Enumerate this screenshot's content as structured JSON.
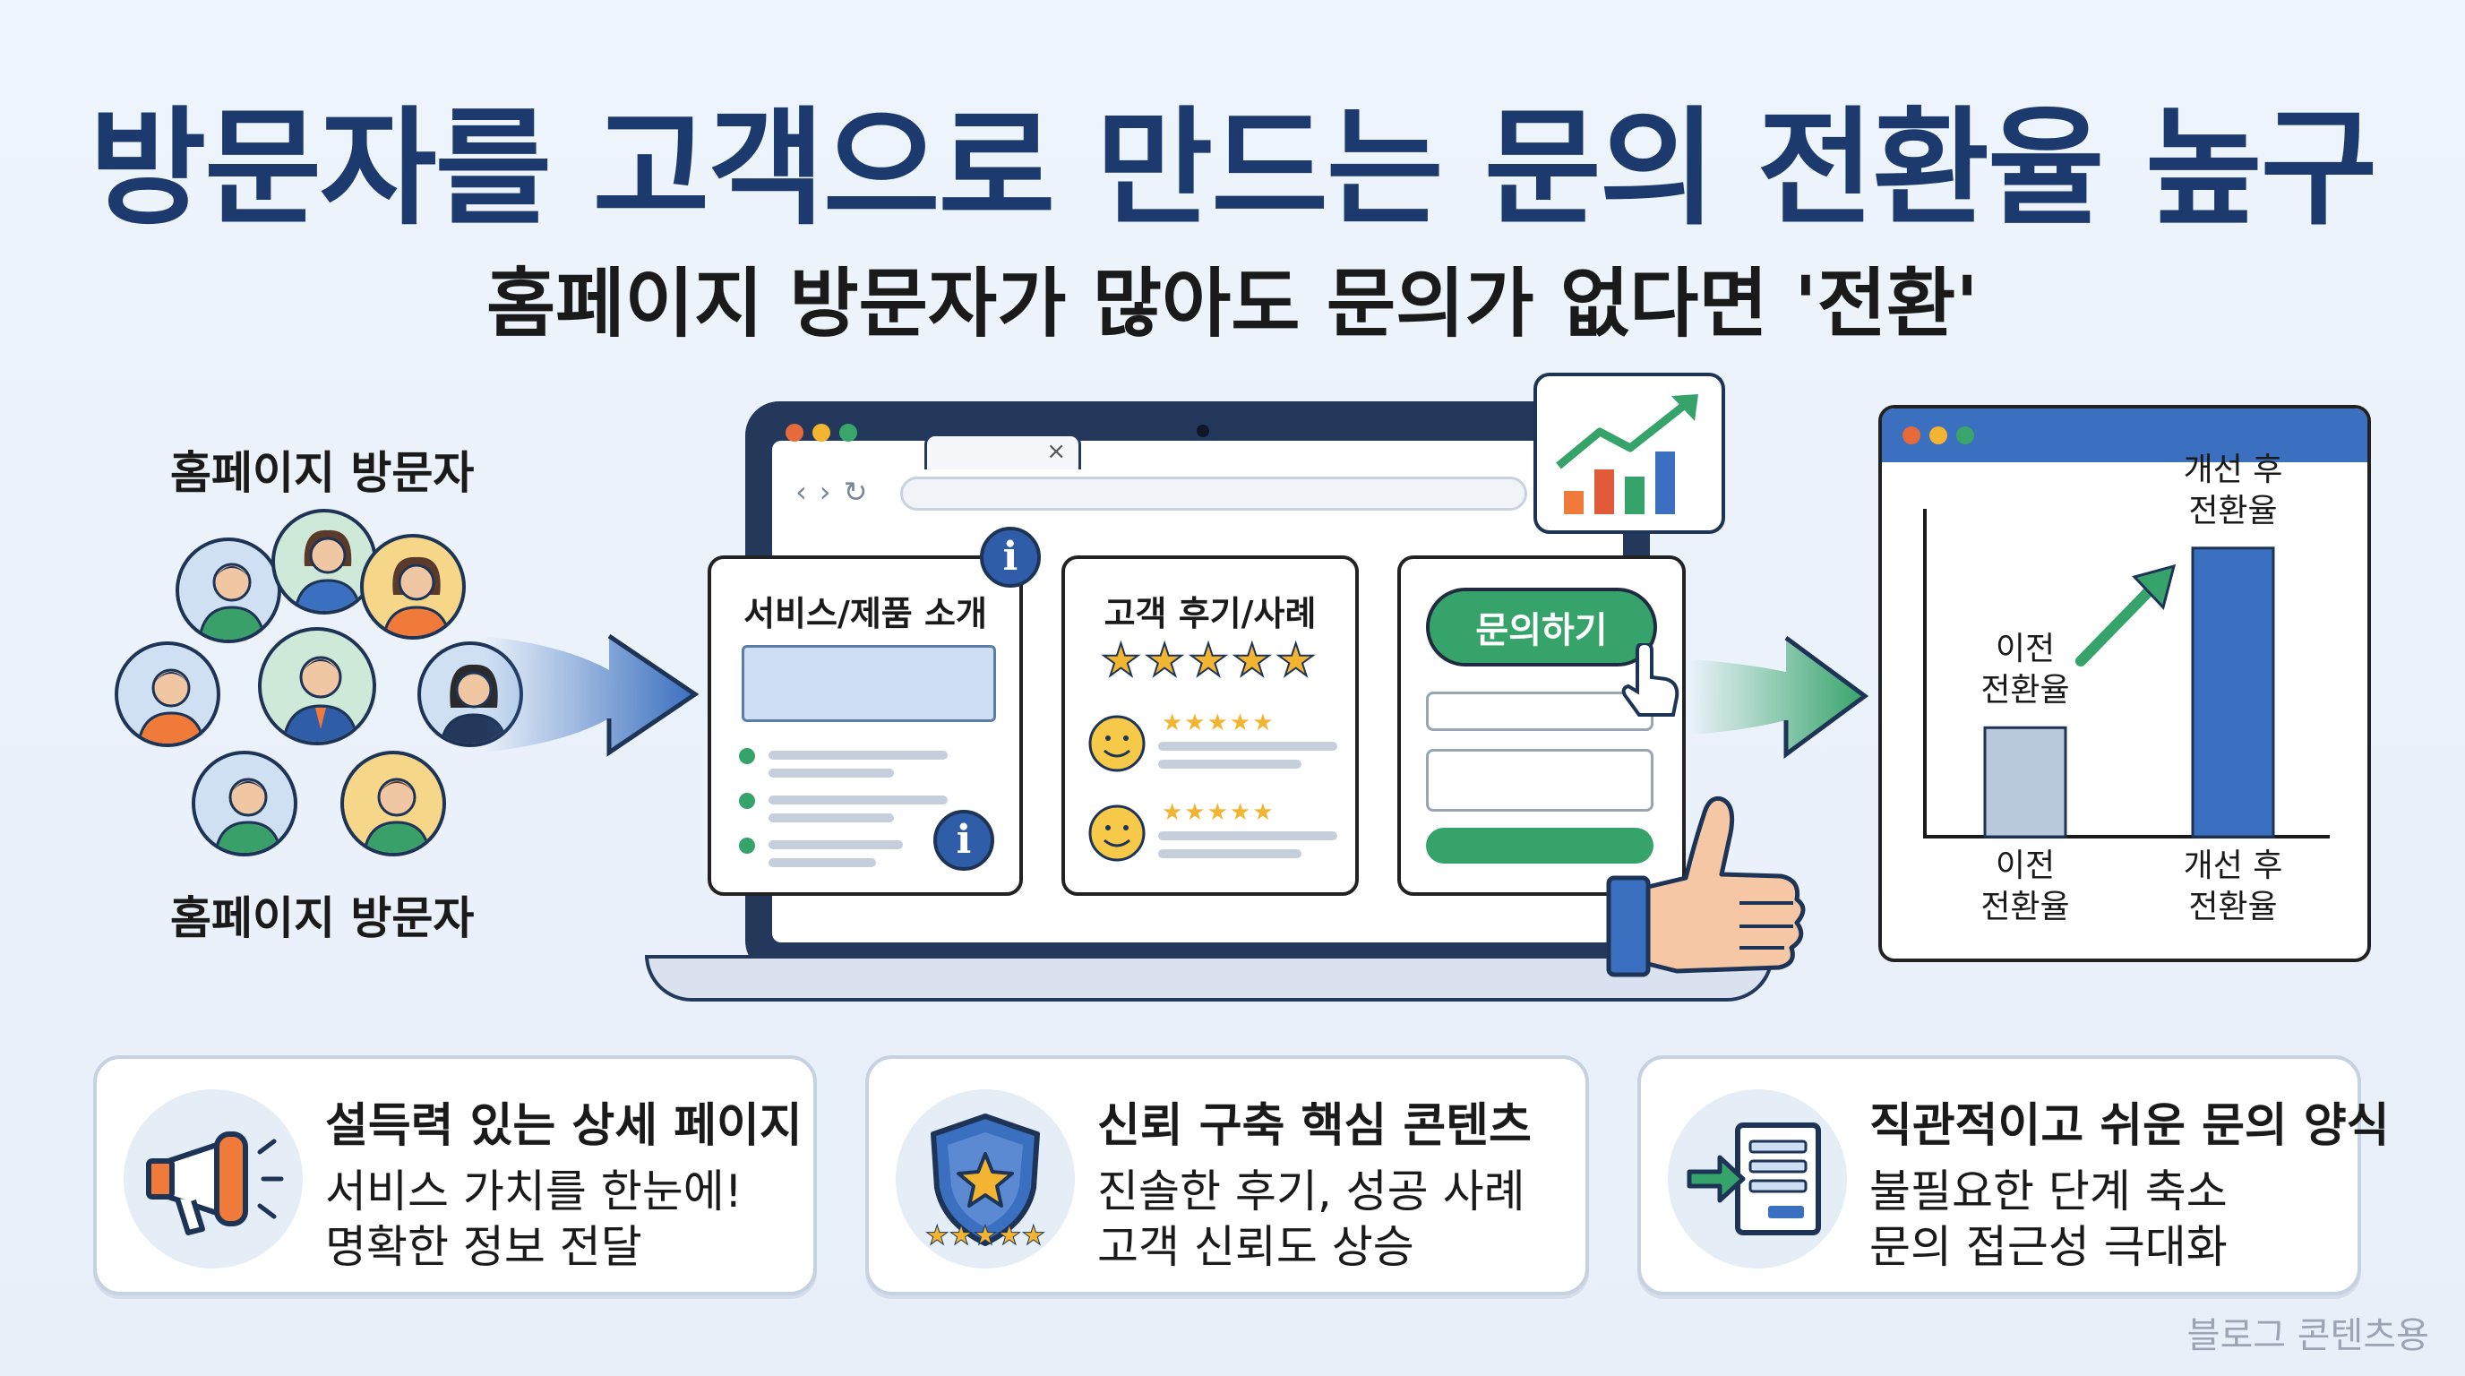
{
  "title": "방문자를 고객으로 만드는 문의 전환율 높구",
  "subtitle": "홈페이지 방문자가 많아도 문의가 없다면 '전환'",
  "visitors": {
    "label_top": "홈페이지 방문자",
    "label_bottom": "홈페이지 방문자"
  },
  "browser_tab_close": "×",
  "cards": {
    "service_title": "서비스/제품 소개",
    "review_title": "고객 후기/사례",
    "cta_label": "문의하기",
    "info_glyph": "i"
  },
  "stars": "★★★★★",
  "chart_data": {
    "type": "bar",
    "categories": [
      "이전\n전환율",
      "개선 후\n전환율"
    ],
    "values": [
      34,
      90
    ],
    "bar_annotations": [
      "이전\n전환율",
      "개선 후\n전환율"
    ],
    "ylim": [
      0,
      100
    ],
    "colors": [
      "#b9c8da",
      "#3b6fbf"
    ]
  },
  "features": [
    {
      "title": "설득력 있는 상세 페이지",
      "lines": [
        "서비스 가치를 한눈에!",
        "명확한 정보 전달"
      ],
      "icon": "megaphone-icon"
    },
    {
      "title": "신뢰 구축 핵심 콘텐츠",
      "lines": [
        "진솔한 후기, 성공 사례",
        "고객 신뢰도 상승"
      ],
      "icon": "shield-star-icon"
    },
    {
      "title": "직관적이고 쉬운 문의 양식",
      "lines": [
        "불필요한 단계 축소",
        "문의 접근성 극대화"
      ],
      "icon": "form-arrow-icon"
    }
  ],
  "footer": "블로그 콘텐츠용",
  "colors": {
    "primary": "#1d3a6e",
    "blue": "#3b6fbf",
    "green": "#36a46a"
  }
}
